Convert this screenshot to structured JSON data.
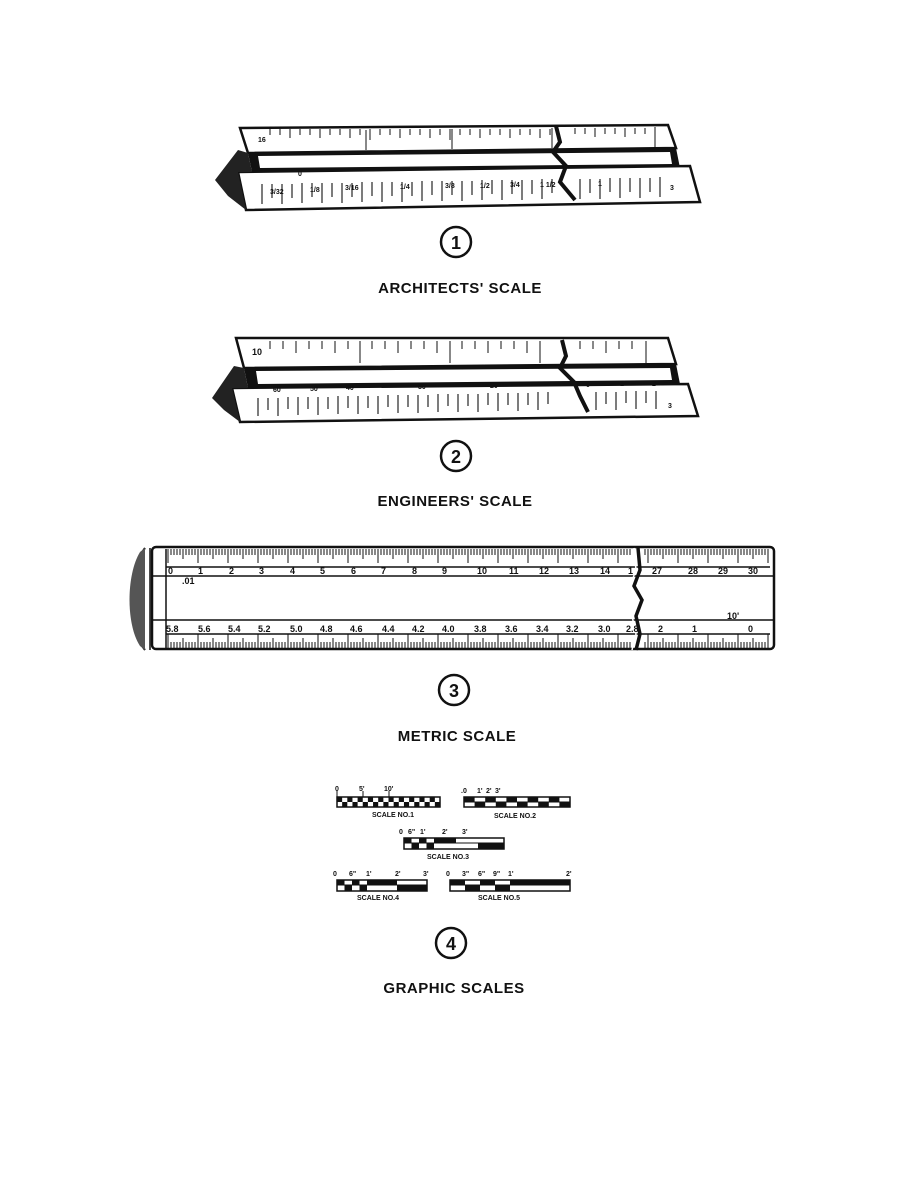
{
  "figures": [
    {
      "number": "1",
      "caption": "ARCHITECTS' SCALE",
      "face_labels": [
        "16",
        "3/32",
        "1/8",
        "0",
        "3/16",
        "1/4",
        "3/8",
        "1/2",
        "3/4",
        "1",
        "1 1/2",
        "3"
      ]
    },
    {
      "number": "2",
      "caption": "ENGINEERS' SCALE",
      "face_labels": [
        "10",
        "60",
        "50",
        "40",
        "30",
        "20",
        "0",
        "1",
        "2",
        "3"
      ]
    },
    {
      "number": "3",
      "caption": "METRIC SCALE",
      "top_numbers": [
        "0",
        "1",
        "2",
        "3",
        "4",
        "5",
        "6",
        "7",
        "8",
        "9",
        "10",
        "11",
        "12",
        "13",
        "14",
        "1",
        "27",
        "28",
        "29",
        "30"
      ],
      "bottom_numbers": [
        "5.8",
        "5.6",
        "5.4",
        "5.2",
        "5.0",
        "4.8",
        "4.6",
        "4.4",
        "4.2",
        "4.0",
        "3.8",
        "3.6",
        "3.4",
        "3.2",
        "3.0",
        "2.8",
        "2",
        "1",
        "0"
      ],
      "top_unit": ".01",
      "bottom_unit": "10'"
    },
    {
      "number": "4",
      "caption": "GRAPHIC SCALES",
      "scales": [
        {
          "name": "SCALE NO.1",
          "ticks": [
            "0",
            "5'",
            "10'"
          ]
        },
        {
          "name": "SCALE NO.2",
          "ticks": [
            ".0",
            "1'",
            "2'",
            "3'"
          ]
        },
        {
          "name": "SCALE NO.3",
          "ticks": [
            "0",
            "6\"",
            "1'",
            "2'",
            "3'"
          ]
        },
        {
          "name": "SCALE NO.4",
          "ticks": [
            "0",
            "6\"",
            "1'",
            "2'",
            "3'"
          ]
        },
        {
          "name": "SCALE NO.5",
          "ticks": [
            "0",
            "3\"",
            "6\"",
            "9\"",
            "1'",
            "2'"
          ]
        }
      ]
    }
  ]
}
